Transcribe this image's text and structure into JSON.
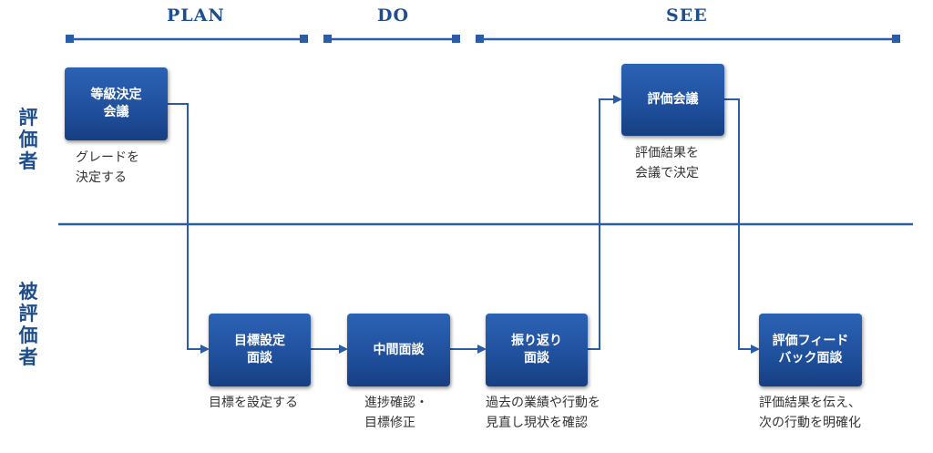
{
  "phases": {
    "plan": "PLAN",
    "do": "DO",
    "see": "SEE"
  },
  "roles": {
    "evaluator": "評\n価\n者",
    "evaluatee": "被\n評\n価\n者"
  },
  "boxes": {
    "grade_meeting": "等級決定\n会議",
    "eval_meeting": "評価会議",
    "goal_interview": "目標設定\n面談",
    "mid_interview": "中間面談",
    "review_interview": "振り返り\n面談",
    "feedback_interview": "評価フィード\nバック面談"
  },
  "notes": {
    "grade_meeting": "グレードを\n決定する",
    "eval_meeting": "評価結果を\n会議で決定",
    "goal_interview": "目標を設定する",
    "mid_interview": "進捗確認・\n目標修正",
    "review_interview": "過去の業績や行動を\n見直し現状を確認",
    "feedback_interview": "評価結果を伝え、\n次の行動を明確化"
  },
  "colors": {
    "accent": "#1f4e8c",
    "line": "#2a5ca8",
    "box_top": "#2c62b4",
    "box_bottom": "#173f82",
    "text": "#333333"
  }
}
